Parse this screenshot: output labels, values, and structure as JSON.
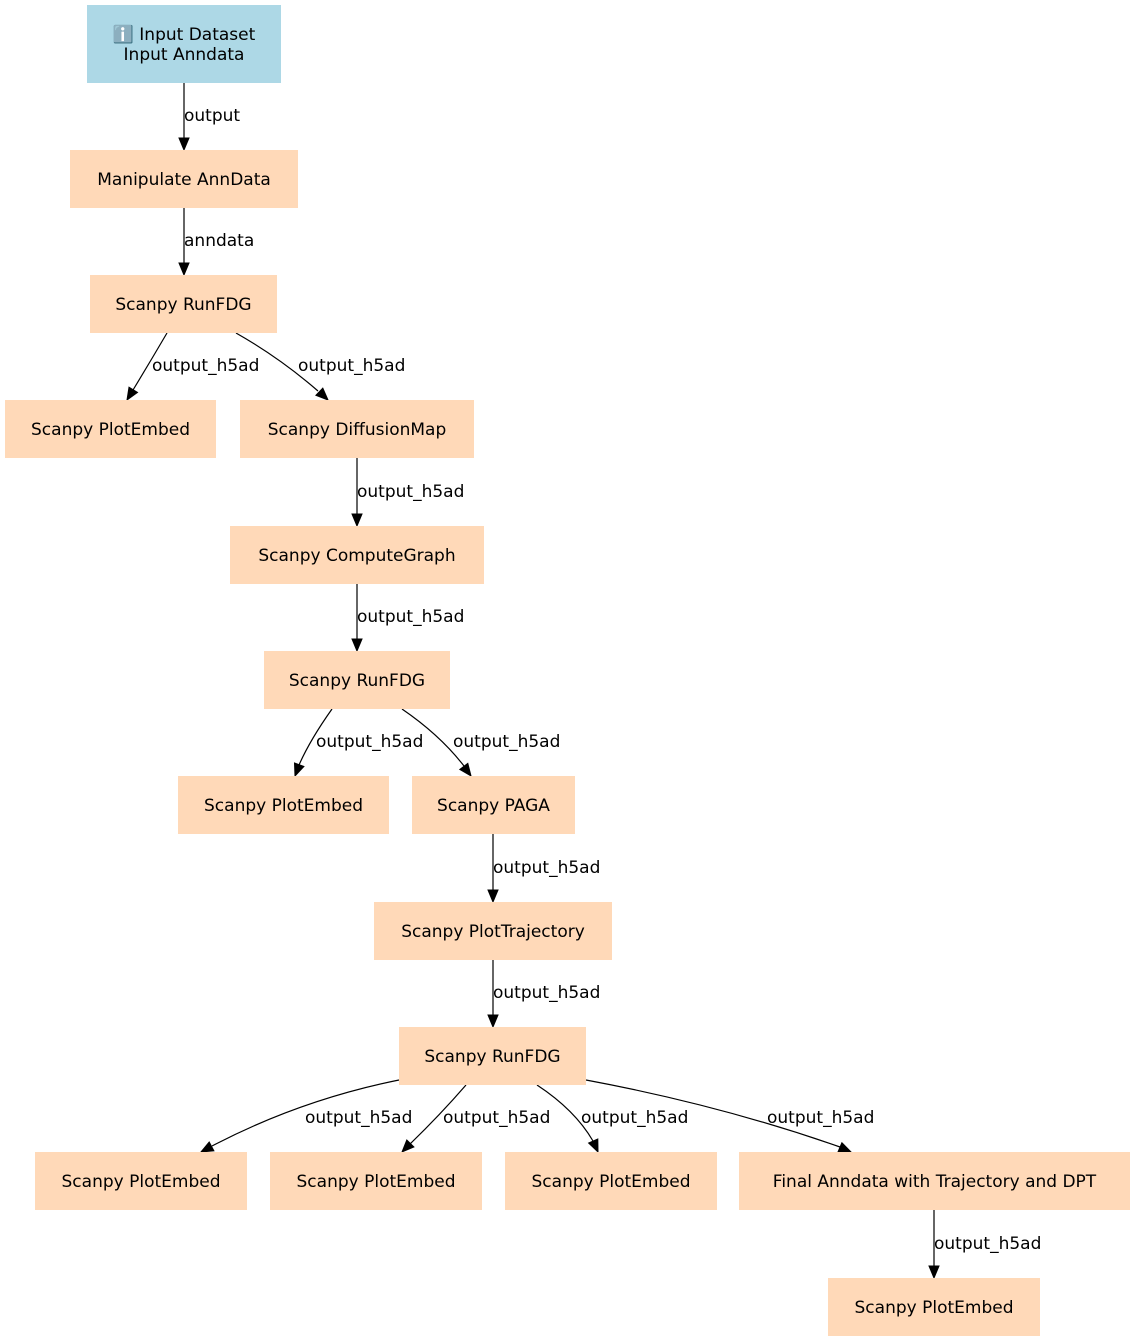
{
  "colors": {
    "input_node": "#add8e6",
    "step_node": "#ffd9b8",
    "edge": "#000000",
    "text": "#000000"
  },
  "nodes": [
    {
      "id": "n0",
      "kind": "input",
      "icon": "info-icon",
      "icon_glyph": "ℹ️",
      "lines": [
        "Input Dataset",
        "Input Anndata"
      ]
    },
    {
      "id": "n1",
      "kind": "step",
      "lines": [
        "Manipulate AnnData"
      ]
    },
    {
      "id": "n2",
      "kind": "step",
      "lines": [
        "Scanpy RunFDG"
      ]
    },
    {
      "id": "n3",
      "kind": "step",
      "lines": [
        "Scanpy PlotEmbed"
      ]
    },
    {
      "id": "n4",
      "kind": "step",
      "lines": [
        "Scanpy DiffusionMap"
      ]
    },
    {
      "id": "n5",
      "kind": "step",
      "lines": [
        "Scanpy ComputeGraph"
      ]
    },
    {
      "id": "n6",
      "kind": "step",
      "lines": [
        "Scanpy RunFDG"
      ]
    },
    {
      "id": "n7",
      "kind": "step",
      "lines": [
        "Scanpy PlotEmbed"
      ]
    },
    {
      "id": "n8",
      "kind": "step",
      "lines": [
        "Scanpy PAGA"
      ]
    },
    {
      "id": "n9",
      "kind": "step",
      "lines": [
        "Scanpy PlotTrajectory"
      ]
    },
    {
      "id": "n10",
      "kind": "step",
      "lines": [
        "Scanpy RunFDG"
      ]
    },
    {
      "id": "n11",
      "kind": "step",
      "lines": [
        "Scanpy PlotEmbed"
      ]
    },
    {
      "id": "n12",
      "kind": "step",
      "lines": [
        "Scanpy PlotEmbed"
      ]
    },
    {
      "id": "n13",
      "kind": "step",
      "lines": [
        "Scanpy PlotEmbed"
      ]
    },
    {
      "id": "n14",
      "kind": "step",
      "lines": [
        "Final Anndata with Trajectory and DPT"
      ]
    },
    {
      "id": "n15",
      "kind": "step",
      "lines": [
        "Scanpy PlotEmbed"
      ]
    }
  ],
  "edges": [
    {
      "from": "n0",
      "to": "n1",
      "label": "output"
    },
    {
      "from": "n1",
      "to": "n2",
      "label": "anndata"
    },
    {
      "from": "n2",
      "to": "n3",
      "label": "output_h5ad"
    },
    {
      "from": "n2",
      "to": "n4",
      "label": "output_h5ad"
    },
    {
      "from": "n4",
      "to": "n5",
      "label": "output_h5ad"
    },
    {
      "from": "n5",
      "to": "n6",
      "label": "output_h5ad"
    },
    {
      "from": "n6",
      "to": "n7",
      "label": "output_h5ad"
    },
    {
      "from": "n6",
      "to": "n8",
      "label": "output_h5ad"
    },
    {
      "from": "n8",
      "to": "n9",
      "label": "output_h5ad"
    },
    {
      "from": "n9",
      "to": "n10",
      "label": "output_h5ad"
    },
    {
      "from": "n10",
      "to": "n11",
      "label": "output_h5ad"
    },
    {
      "from": "n10",
      "to": "n12",
      "label": "output_h5ad"
    },
    {
      "from": "n10",
      "to": "n13",
      "label": "output_h5ad"
    },
    {
      "from": "n10",
      "to": "n14",
      "label": "output_h5ad"
    },
    {
      "from": "n14",
      "to": "n15",
      "label": "output_h5ad"
    }
  ]
}
